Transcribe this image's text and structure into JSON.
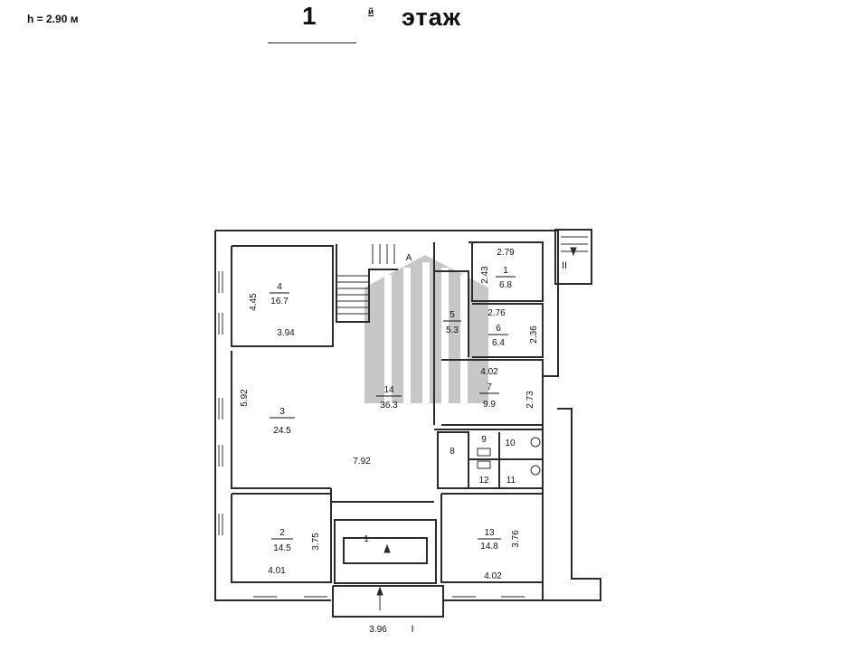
{
  "header": {
    "height_note": "h = 2.90 м",
    "floor_number": "1",
    "floor_suffix": "й",
    "floor_word": "этаж"
  },
  "rooms": [
    {
      "id": "room-1",
      "number": "1",
      "area": "6.8"
    },
    {
      "id": "room-2",
      "number": "2",
      "area": "14.5"
    },
    {
      "id": "room-3",
      "number": "3",
      "area": "24.5"
    },
    {
      "id": "room-4",
      "number": "4",
      "area": "16.7"
    },
    {
      "id": "room-5",
      "number": "5",
      "area": "5.3"
    },
    {
      "id": "room-6",
      "number": "6",
      "area": "6.4"
    },
    {
      "id": "room-7",
      "number": "7",
      "area": "9.9"
    },
    {
      "id": "room-8",
      "number": "8"
    },
    {
      "id": "room-9",
      "number": "9"
    },
    {
      "id": "room-10",
      "number": "10"
    },
    {
      "id": "room-11",
      "number": "11"
    },
    {
      "id": "room-12",
      "number": "12"
    },
    {
      "id": "room-13",
      "number": "13",
      "area": "14.8"
    },
    {
      "id": "room-14",
      "number": "14",
      "area": "36.3"
    },
    {
      "id": "room-lobby",
      "number": "1"
    }
  ],
  "dimensions": {
    "d_4_45": "4.45",
    "d_3_94": "3.94",
    "d_5_92": "5.92",
    "d_7_92": "7.92",
    "d_2_79": "2.79",
    "d_2_43": "2.43",
    "d_2_76": "2.76",
    "d_2_36": "2.36",
    "d_4_02_top": "4.02",
    "d_2_73": "2.73",
    "d_3_75": "3.75",
    "d_4_01": "4.01",
    "d_3_76": "3.76",
    "d_4_02_bottom": "4.02",
    "d_3_96": "3.96"
  },
  "markers": {
    "entrance_main": "I",
    "entrance_side": "II",
    "stair_label": "A"
  },
  "colors": {
    "wall": "#2b2b2b",
    "watermark": "#8a8a8a"
  }
}
